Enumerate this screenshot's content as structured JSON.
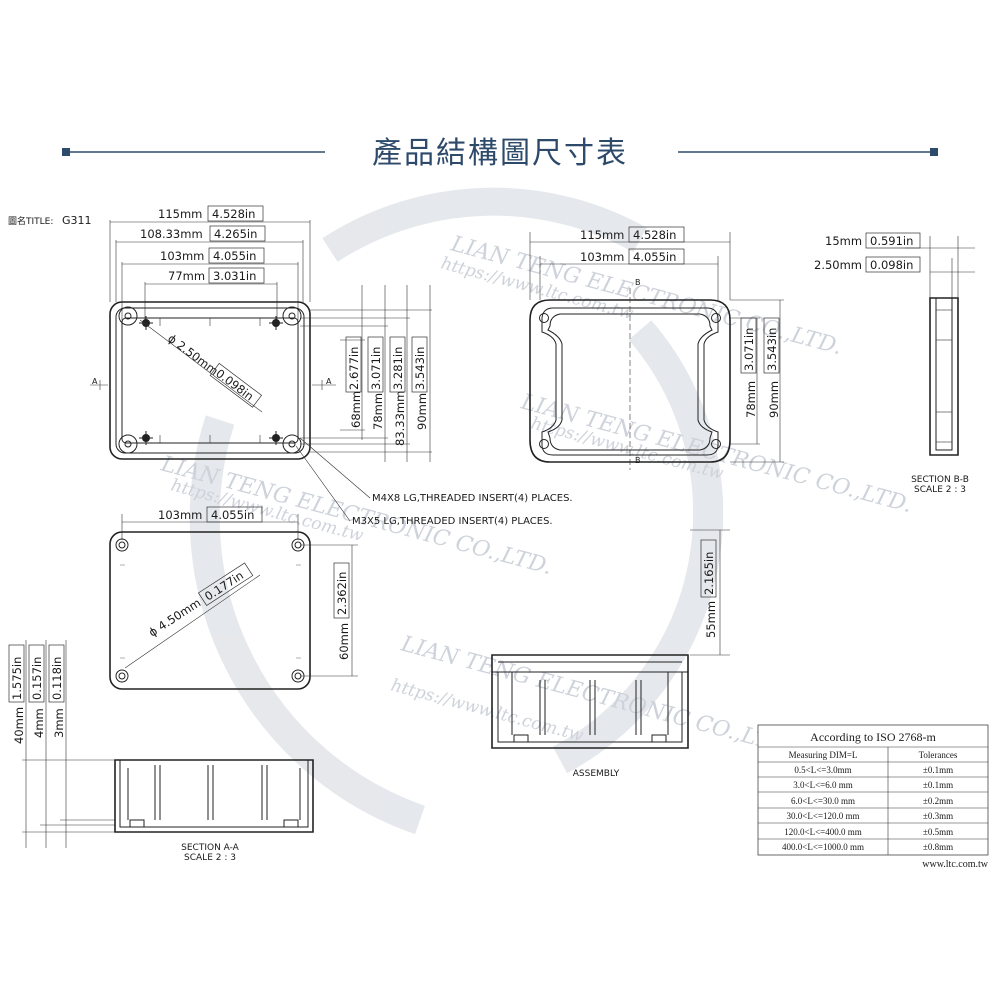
{
  "header": {
    "title": "產品結構圖尺寸表",
    "accent_color": "#2e4a6b"
  },
  "drawing": {
    "title_label": "圖名TITLE:",
    "model": "G311"
  },
  "watermark": {
    "line1": "LIAN TENG ELECTRONIC CO.,LTD.",
    "line2": "https://www.ltc.com.tw"
  },
  "top_view": {
    "dims_h": [
      {
        "mm": "115mm",
        "inch": "4.528in"
      },
      {
        "mm": "108.33mm",
        "inch": "4.265in"
      },
      {
        "mm": "103mm",
        "inch": "4.055in"
      },
      {
        "mm": "77mm",
        "inch": "3.031in"
      }
    ],
    "dims_v": [
      {
        "mm": "68mm",
        "inch": "2.677in"
      },
      {
        "mm": "78mm",
        "inch": "3.071in"
      },
      {
        "mm": "83.33mm",
        "inch": "3.281in"
      },
      {
        "mm": "90mm",
        "inch": "3.543in"
      }
    ],
    "hole_dim": {
      "mm": "ϕ 2.50mm",
      "inch": "0.098in"
    },
    "section_mark": "A",
    "callout1": "M4X8 LG,THREADED INSERT(4) PLACES.",
    "callout2": "M3X5 LG,THREADED INSERT(4) PLACES."
  },
  "lid_view": {
    "dims_h": [
      {
        "mm": "115mm",
        "inch": "4.528in"
      },
      {
        "mm": "103mm",
        "inch": "4.055in"
      }
    ],
    "dims_v": [
      {
        "mm": "78mm",
        "inch": "3.071in"
      },
      {
        "mm": "90mm",
        "inch": "3.543in"
      }
    ],
    "section_mark": "B"
  },
  "section_bb": {
    "dims": [
      {
        "mm": "15mm",
        "inch": "0.591in"
      },
      {
        "mm": "2.50mm",
        "inch": "0.098in"
      }
    ],
    "label": "SECTION B-B",
    "scale": "SCALE 2 : 3"
  },
  "bottom_view": {
    "dim_h": {
      "mm": "103mm",
      "inch": "4.055in"
    },
    "dim_v": {
      "mm": "60mm",
      "inch": "2.362in"
    },
    "hole_dim": {
      "mm": "ϕ 4.50mm",
      "inch": "0.177in"
    }
  },
  "section_aa": {
    "dims": [
      {
        "mm": "40mm",
        "inch": "1.575in"
      },
      {
        "mm": "4mm",
        "inch": "0.157in"
      },
      {
        "mm": "3mm",
        "inch": "0.118in"
      }
    ],
    "label": "SECTION A-A",
    "scale": "SCALE 2 : 3"
  },
  "assembly": {
    "dim_v": {
      "mm": "55mm",
      "inch": "2.165in"
    },
    "label": "ASSEMBLY"
  },
  "tolerance_table": {
    "title": "According to ISO 2768-m",
    "headers": [
      "Measuring  DIM=L",
      "Tolerances"
    ],
    "rows": [
      [
        "0.5<L<=3.0mm",
        "±0.1mm"
      ],
      [
        "3.0<L<=6.0 mm",
        "±0.1mm"
      ],
      [
        "6.0<L<=30.0 mm",
        "±0.2mm"
      ],
      [
        "30.0<L<=120.0 mm",
        "±0.3mm"
      ],
      [
        "120.0<L<=400.0 mm",
        "±0.5mm"
      ],
      [
        "400.0<L<=1000.0 mm",
        "±0.8mm"
      ]
    ],
    "footer": "www.ltc.com.tw"
  }
}
